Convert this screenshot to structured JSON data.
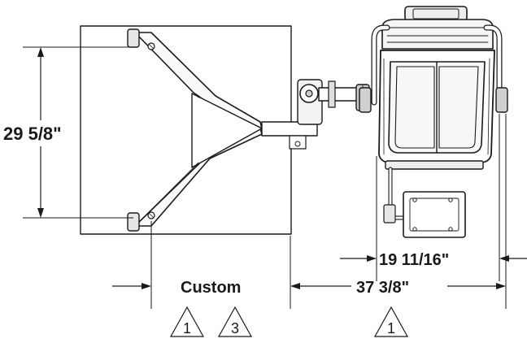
{
  "dimensions": {
    "height_label": "29 5/8\"",
    "custom_label": "Custom",
    "overall_label": "37 3/8\"",
    "chair_width_label": "19 11/16\""
  },
  "notes": [
    "1",
    "3",
    "1"
  ],
  "colors": {
    "line": "#1a1a1a",
    "background": "#ffffff"
  }
}
